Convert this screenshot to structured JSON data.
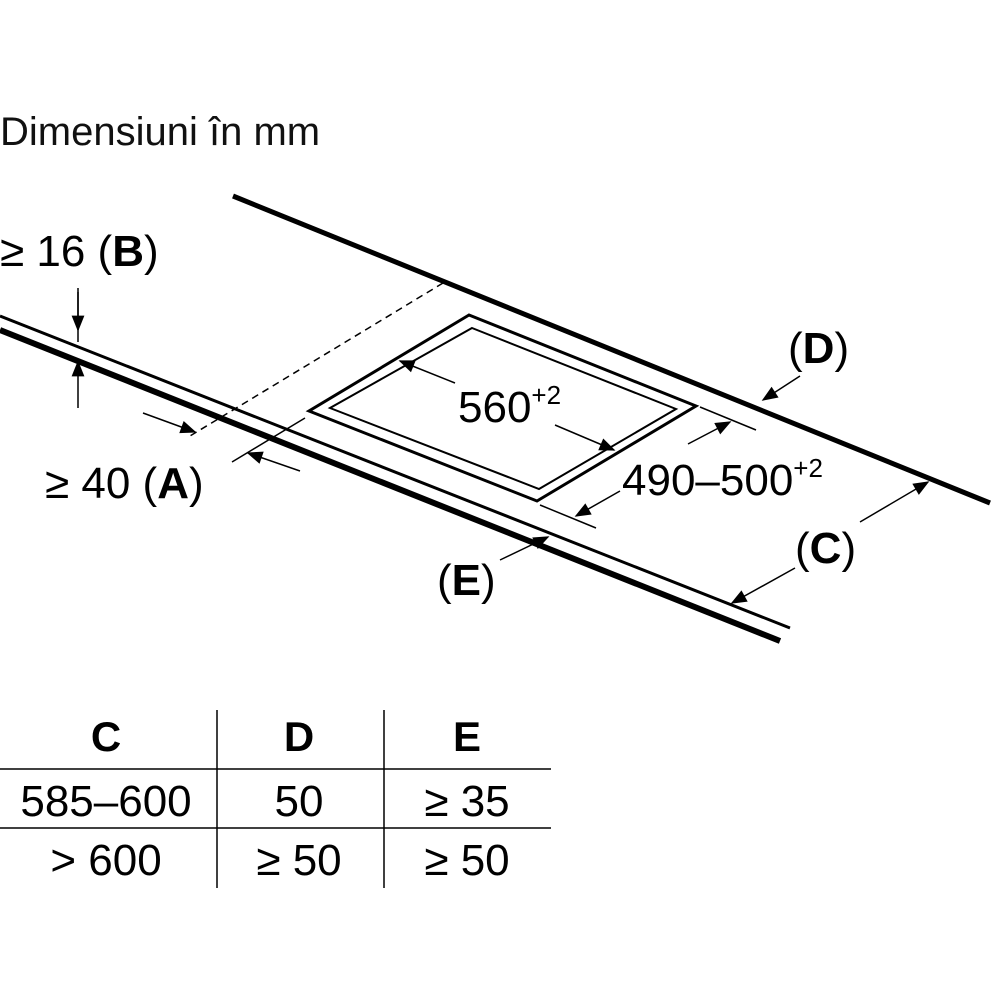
{
  "title": "Dimensiuni în mm",
  "labels": {
    "b_prefix": "≥ 16 (",
    "b_letter": "B",
    "b_suffix": ")",
    "a_prefix": "≥ 40 (",
    "a_letter": "A",
    "a_suffix": ")",
    "d_open": "(",
    "d_letter": "D",
    "d_close": ")",
    "c_open": "(",
    "c_letter": "C",
    "c_close": ")",
    "e_open": "(",
    "e_letter": "E",
    "e_close": ")",
    "width_value": "560",
    "width_tolerance": "+2",
    "depth_value": "490–500",
    "depth_tolerance": "+2"
  },
  "table": {
    "headers": [
      "C",
      "D",
      "E"
    ],
    "rows": [
      [
        "585–600",
        "50",
        "≥ 35"
      ],
      [
        "> 600",
        "≥ 50",
        "≥ 50"
      ]
    ]
  }
}
